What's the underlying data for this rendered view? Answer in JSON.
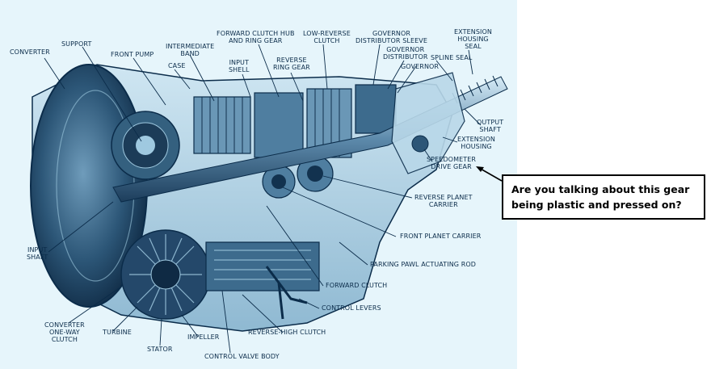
{
  "diagram": {
    "palette": {
      "background": "#e6f5fb",
      "ink": "#0b2c4a",
      "shadow": "#12324f",
      "metal": "#4f7ea0",
      "highlight": "#9fc9e0"
    },
    "labels": {
      "converter": "CONVERTER",
      "support": "SUPPORT",
      "front_pump": "FRONT PUMP",
      "intermediate_band": "INTERMEDIATE\nBAND",
      "case": "CASE",
      "input_shell": "INPUT\nSHELL",
      "forward_clutch_hub": "FORWARD CLUTCH HUB\nAND RING GEAR",
      "reverse_ring_gear": "REVERSE\nRING GEAR",
      "low_reverse_clutch": "LOW-REVERSE\nCLUTCH",
      "governor_distributor_sleeve": "GOVERNOR\nDISTRIBUTOR SLEEVE",
      "governor_distributor": "GOVERNOR\nDISTRIBUTOR",
      "governor": "GOVERNOR",
      "spline_seal": "SPLINE SEAL",
      "extension_housing_seal": "EXTENSION\nHOUSING\nSEAL",
      "output_shaft": "OUTPUT\nSHAFT",
      "extension_housing": "EXTENSION\nHOUSING",
      "speedometer_drive_gear": "SPEEDOMETER\nDRIVE GEAR",
      "reverse_planet_carrier": "REVERSE PLANET\nCARRIER",
      "front_planet_carrier": "FRONT PLANET CARRIER",
      "parking_pawl_actuating_rod": "PARKING PAWL ACTUATING ROD",
      "forward_clutch": "FORWARD CLUTCH",
      "control_levers": "CONTROL LEVERS",
      "reverse_high_clutch": "REVERSE-HIGH CLUTCH",
      "control_valve_body": "CONTROL VALVE BODY",
      "impeller": "IMPELLER",
      "stator": "STATOR",
      "turbine": "TURBINE",
      "converter_one_way_clutch": "CONVERTER\nONE-WAY\nCLUTCH",
      "input_shaft": "INPUT\nSHAFT"
    }
  },
  "callout": {
    "text": "Are you talking about this gear\nbeing plastic and pressed on?"
  }
}
